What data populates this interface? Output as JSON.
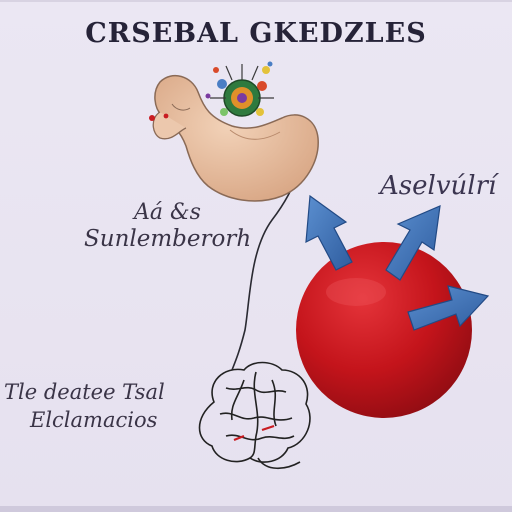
{
  "title": "CRSEBAL GKEDZLES",
  "labels": {
    "top_right": "Aselvúlrí",
    "left_top": "Aá &s",
    "left_bottom": "Sunlemberorh",
    "bottom_top": "Tle deatee Tsal",
    "bottom_bottom": "Elclamacios"
  },
  "icons": [
    "stomach-icon",
    "microbe-icon",
    "blood-cell-icon",
    "arrow-up-left-icon",
    "arrow-up-right-icon",
    "arrow-right-icon",
    "brain-icon"
  ],
  "colors": {
    "background": "#e9e5f1",
    "cell_red": "#c4141b",
    "arrow_blue": "#3d6fb3",
    "stomach": "#e2b99a",
    "line": "#2a2a32"
  }
}
